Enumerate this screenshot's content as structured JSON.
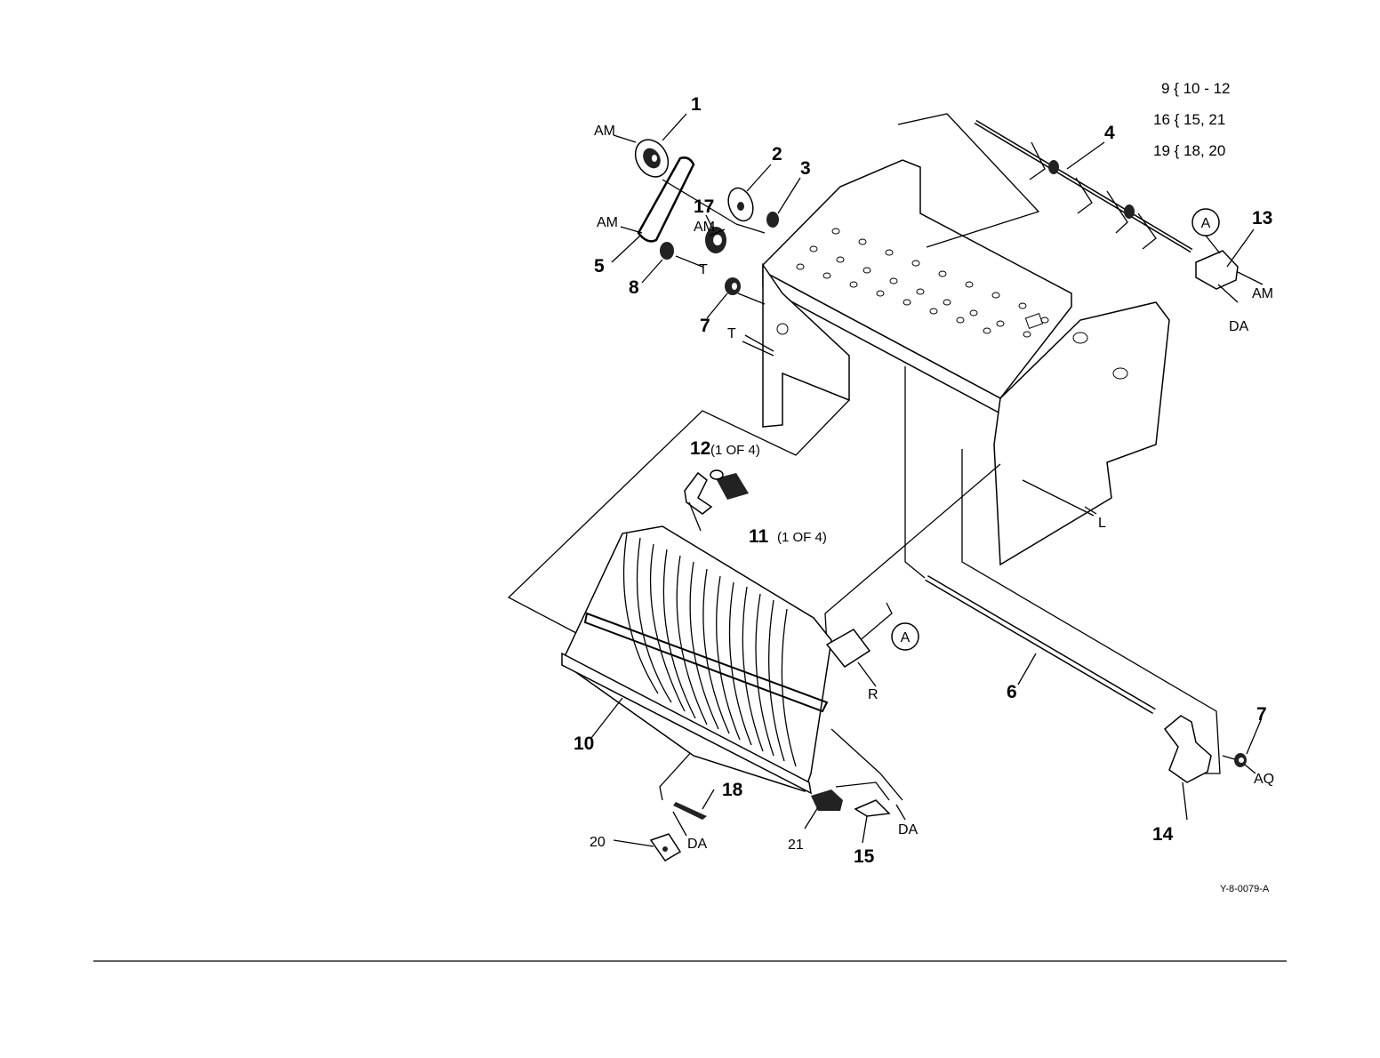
{
  "legend": {
    "line1": "9 { 10 - 12",
    "line2": "16 { 15, 21",
    "line3": "19 { 18, 20"
  },
  "labels": {
    "p1": "1",
    "p2": "2",
    "p3": "3",
    "p4": "4",
    "p5": "5",
    "p6": "6",
    "p7a": "7",
    "p7b": "7",
    "p8": "8",
    "p10": "10",
    "p11": "11",
    "p11_note": "(1 OF 4)",
    "p12": "12",
    "p12_note": "(1 OF 4)",
    "p13": "13",
    "p14": "14",
    "p15": "15",
    "p17": "17",
    "p18": "18",
    "p20": "20",
    "p21": "21"
  },
  "codes": {
    "am1": "AM",
    "am2": "AM",
    "am3": "AM",
    "am4": "AM",
    "t1": "T",
    "t2": "T",
    "da1": "DA",
    "da2": "DA",
    "da3": "DA",
    "aq": "AQ",
    "l": "L",
    "r": "R"
  },
  "callouts": {
    "a1": "A",
    "a2": "A"
  },
  "figure_id": "Y-8-0079-A"
}
